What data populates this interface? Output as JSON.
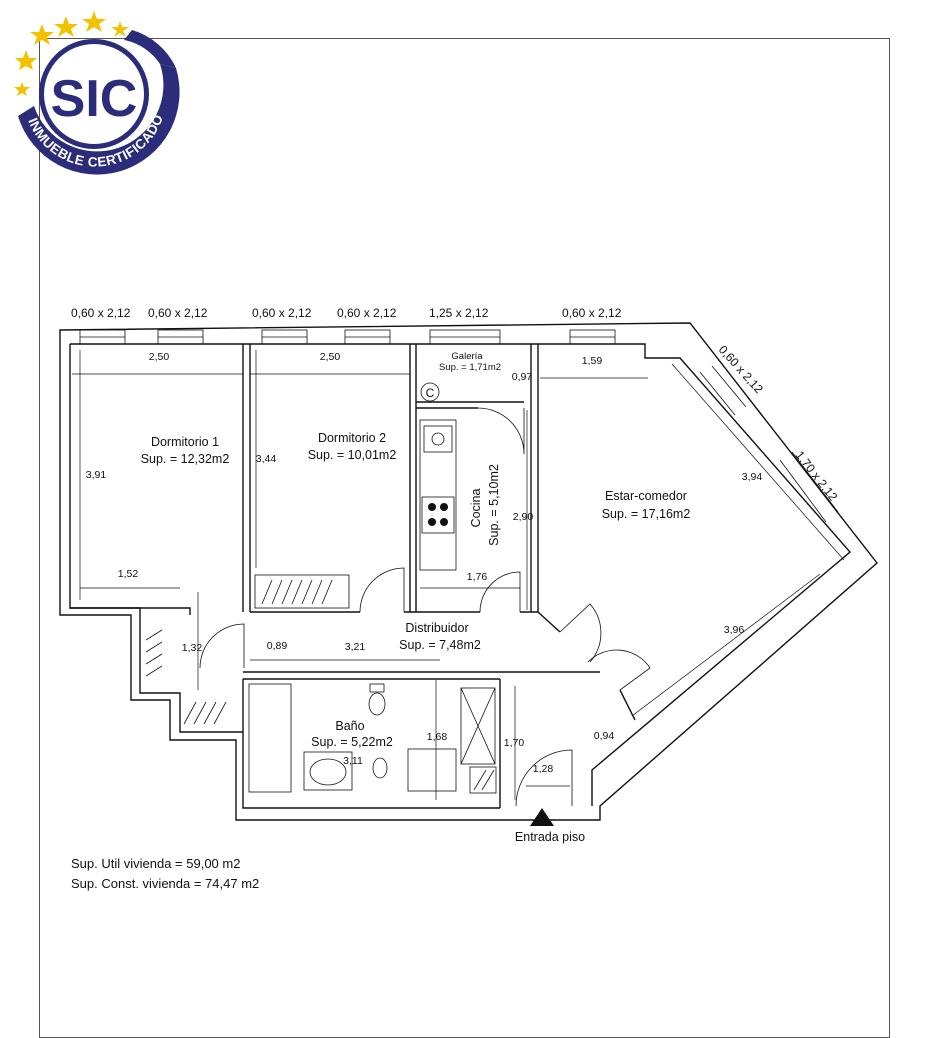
{
  "logo": {
    "acronym": "SIC",
    "ring_text": "INMUEBLE CERTIFICADO",
    "brand_color": "#2b2c7a",
    "star_color": "#f2c200"
  },
  "windows_top": [
    "0,60 x 2,12",
    "0,60 x 2,12",
    "0,60 x 2,12",
    "0,60 x 2,12",
    "1,25 x 2,12",
    "0,60 x 2,12"
  ],
  "windows_diag": [
    "0,60 x 2,12",
    "1,70 x 2,12"
  ],
  "rooms": {
    "dormitorio1": {
      "name": "Dormitorio 1",
      "area": "Sup. = 12,32m2"
    },
    "dormitorio2": {
      "name": "Dormitorio 2",
      "area": "Sup. = 10,01m2"
    },
    "galeria": {
      "name": "Galería",
      "area": "Sup. = 1,71m2"
    },
    "cocina": {
      "name": "Cocina",
      "area": "Sup. = 5,10m2"
    },
    "estar": {
      "name": "Estar-comedor",
      "area": "Sup. = 17,16m2"
    },
    "distribuidor": {
      "name": "Distribuidor",
      "area": "Sup. = 7,48m2"
    },
    "bano": {
      "name": "Baño",
      "area": "Sup. = 5,22m2"
    }
  },
  "dimensions": {
    "d250a": "2,50",
    "d250b": "2,50",
    "d159": "1,59",
    "d097": "0,97",
    "d391": "3,91",
    "d344": "3,44",
    "d152": "1,52",
    "d132": "1,32",
    "d089": "0,89",
    "d321": "3,21",
    "d290": "2,90",
    "d176": "1,76",
    "d394": "3,94",
    "d396": "3,96",
    "d094": "0,94",
    "d170": "1,70",
    "d168": "1,68",
    "d311": "3,11",
    "d128": "1,28"
  },
  "boiler_label": "C",
  "entrance_label": "Entrada piso",
  "summary": {
    "util": "Sup. Util vivienda  =  59,00 m2",
    "const": "Sup. Const. vivienda  =  74,47 m2"
  }
}
